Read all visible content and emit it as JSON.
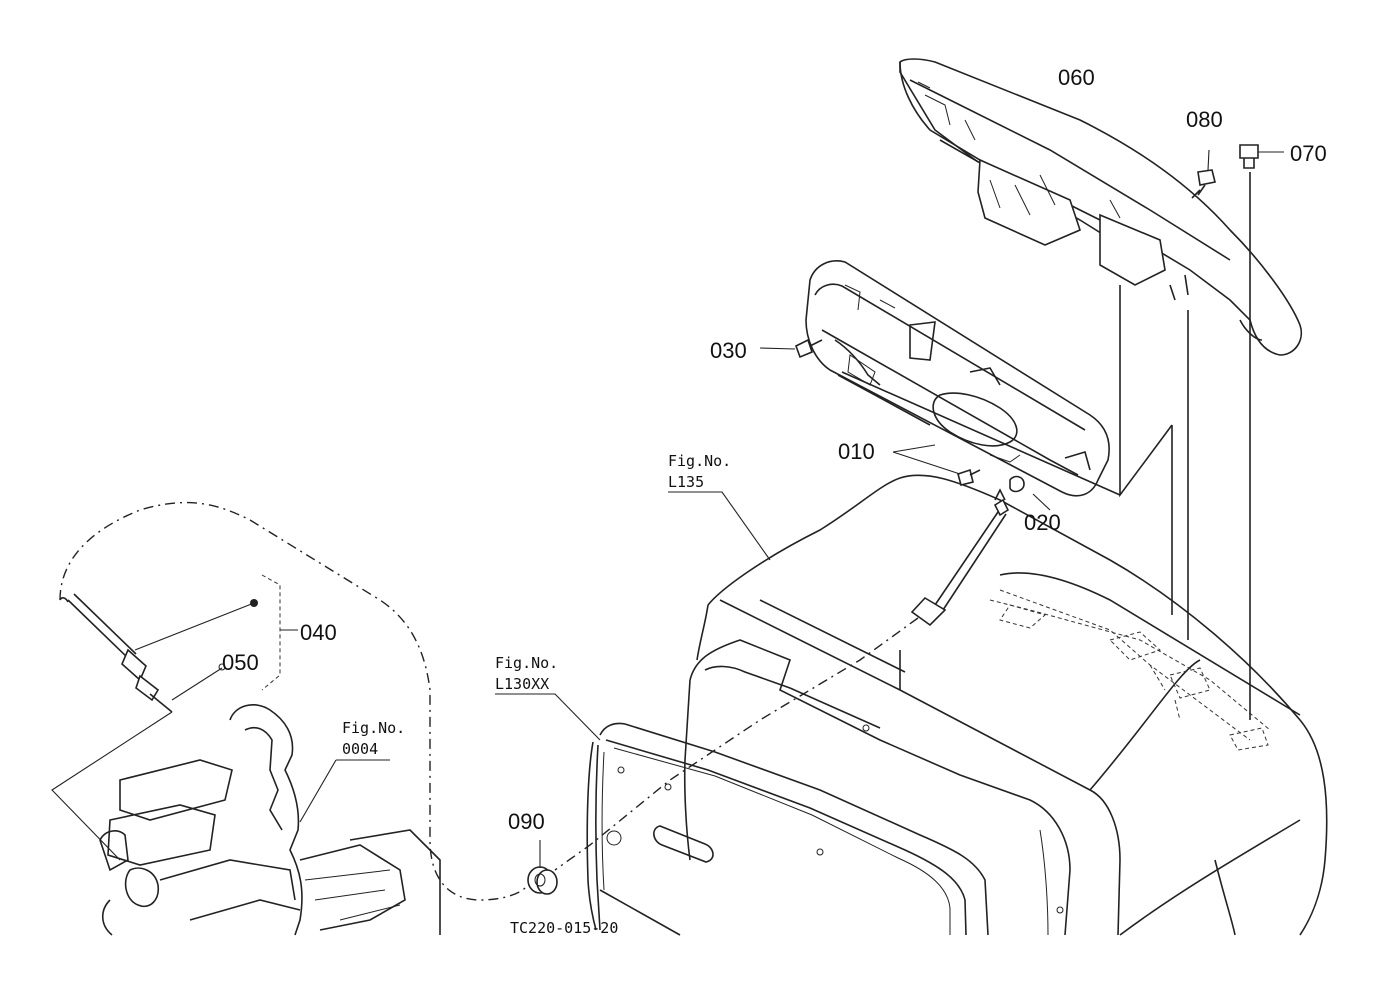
{
  "diagram": {
    "drawing_code": "TC220-015-20",
    "parts": {
      "p010": "010",
      "p020": "020",
      "p030": "030",
      "p040": "040",
      "p050": "050",
      "p060": "060",
      "p070": "070",
      "p080": "080",
      "p090": "090"
    },
    "figure_refs": {
      "l135": {
        "caption": "Fig.No.",
        "number": "L135"
      },
      "l130xx": {
        "caption": "Fig.No.",
        "number": "L130XX"
      },
      "f0004": {
        "caption": "Fig.No.",
        "number": "0004"
      }
    }
  }
}
